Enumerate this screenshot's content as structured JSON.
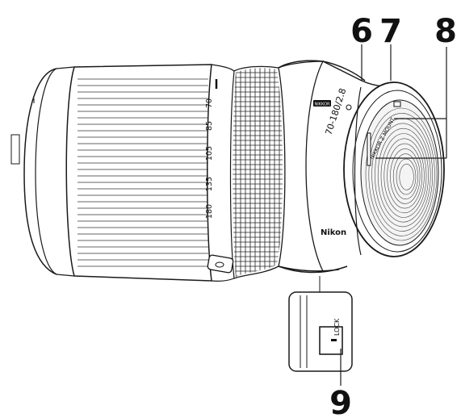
{
  "callouts": {
    "c6": "6",
    "c7": "7",
    "c8": "8",
    "c9": "9"
  },
  "zoom_scale": [
    "70",
    "85",
    "105",
    "135",
    "180"
  ],
  "lens_model": "70-180/2.8",
  "mount_badge": "NIKKOR",
  "brand": "Nikon",
  "mount_lettering": "NIKKOR Z MOUNT",
  "lock_label": "LOCK",
  "colors": {
    "outline": "#1a1a1a",
    "background": "#ffffff",
    "inner_shade": "#f4f4f4"
  },
  "icons": {
    "lens": "camera-lens-illustration",
    "lock_switch": "zoom-lock-switch"
  }
}
